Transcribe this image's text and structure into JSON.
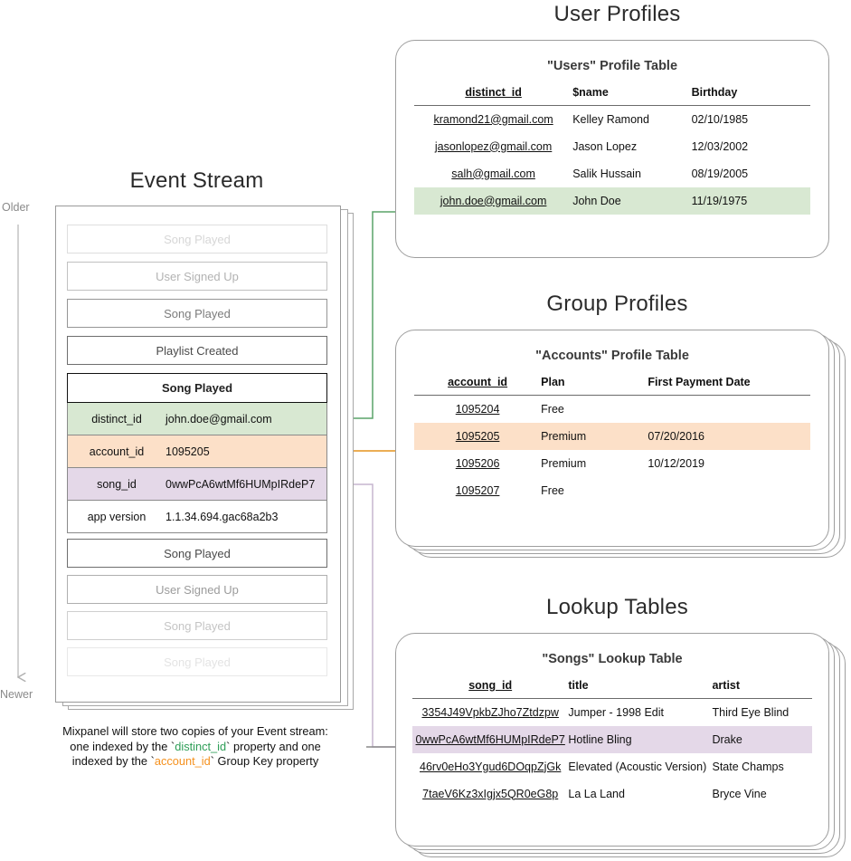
{
  "sections": {
    "event_stream_title": "Event Stream",
    "user_profiles_title": "User Profiles",
    "group_profiles_title": "Group Profiles",
    "lookup_tables_title": "Lookup Tables"
  },
  "time_axis": {
    "older": "Older",
    "newer": "Newer"
  },
  "event_stream": {
    "events_before": [
      {
        "label": "Song Played",
        "opacity": 0.22
      },
      {
        "label": "User Signed Up",
        "opacity": 0.42
      },
      {
        "label": "Song Played",
        "opacity": 0.72
      },
      {
        "label": "Playlist Created",
        "opacity": 1.0
      }
    ],
    "selected_event": {
      "name": "Song Played",
      "properties": [
        {
          "key": "distinct_id",
          "value": "john.doe@gmail.com",
          "highlight": "green"
        },
        {
          "key": "account_id",
          "value": "1095205",
          "highlight": "orange"
        },
        {
          "key": "song_id",
          "value": "0wwPcA6wtMf6HUMpIRdeP7",
          "highlight": "purple"
        },
        {
          "key": "app version",
          "value": "1.1.34.694.gac68a2b3",
          "highlight": "none"
        }
      ]
    },
    "events_after": [
      {
        "label": "Song Played",
        "opacity": 1.0
      },
      {
        "label": "User Signed Up",
        "opacity": 0.55
      },
      {
        "label": "Song Played",
        "opacity": 0.32
      },
      {
        "label": "Song Played",
        "opacity": 0.15
      }
    ]
  },
  "caption": {
    "line1": "Mixpanel will store two copies of your Event stream:",
    "line2_a": "one indexed by the `",
    "line2_key": "distinct_id",
    "line2_b": "` property and one",
    "line3_a": "indexed by the `",
    "line3_key": "account_id",
    "line3_b": "` Group Key property"
  },
  "users_table": {
    "title": "\"Users\" Profile Table",
    "columns": [
      "distinct_id",
      "$name",
      "Birthday"
    ],
    "rows": [
      {
        "cells": [
          "kramond21@gmail.com",
          "Kelley Ramond",
          "02/10/1985"
        ],
        "highlight": "none"
      },
      {
        "cells": [
          "jasonlopez@gmail.com",
          "Jason Lopez",
          "12/03/2002"
        ],
        "highlight": "none"
      },
      {
        "cells": [
          "salh@gmail.com",
          "Salik Hussain",
          "08/19/2005"
        ],
        "highlight": "none"
      },
      {
        "cells": [
          "john.doe@gmail.com",
          "John Doe",
          "11/19/1975"
        ],
        "highlight": "green"
      }
    ]
  },
  "accounts_table": {
    "title": "\"Accounts\" Profile Table",
    "columns": [
      "account_id",
      "Plan",
      "First Payment Date"
    ],
    "rows": [
      {
        "cells": [
          "1095204",
          "Free",
          ""
        ],
        "highlight": "none"
      },
      {
        "cells": [
          "1095205",
          "Premium",
          "07/20/2016"
        ],
        "highlight": "orange"
      },
      {
        "cells": [
          "1095206",
          "Premium",
          "10/12/2019"
        ],
        "highlight": "none"
      },
      {
        "cells": [
          "1095207",
          "Free",
          ""
        ],
        "highlight": "none"
      }
    ]
  },
  "songs_table": {
    "title": "\"Songs\" Lookup Table",
    "columns": [
      "song_id",
      "title",
      "artist"
    ],
    "rows": [
      {
        "cells": [
          "3354J49VpkbZJho7Ztdzpw",
          "Jumper - 1998 Edit",
          "Third Eye Blind"
        ],
        "highlight": "none"
      },
      {
        "cells": [
          "0wwPcA6wtMf6HUMpIRdeP7",
          "Hotline Bling",
          "Drake"
        ],
        "highlight": "purple"
      },
      {
        "cells": [
          "46rv0eHo3Ygud6DOqpZjGk",
          "Elevated (Acoustic Version)",
          "State Champs"
        ],
        "highlight": "none"
      },
      {
        "cells": [
          "7taeV6Kz3xIgjx5QR0eG8p",
          "La La Land",
          "Bryce Vine"
        ],
        "highlight": "none"
      }
    ]
  },
  "colors": {
    "green": "#d8e8d2",
    "orange": "#fce0c8",
    "purple": "#e4d8e8",
    "arrow_green": "#5aa469",
    "arrow_orange": "#e8a33d",
    "arrow_purple": "#8a8a8a",
    "border": "#9e9e9e"
  }
}
